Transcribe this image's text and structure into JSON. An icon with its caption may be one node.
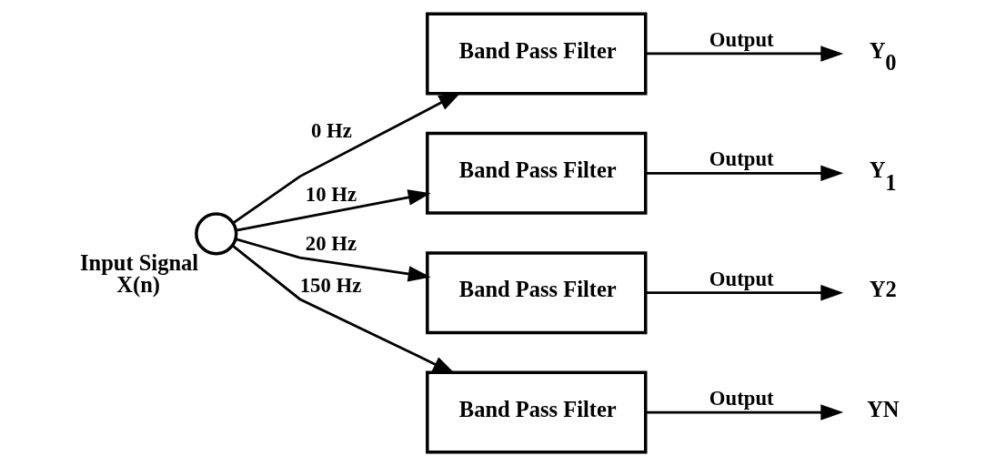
{
  "diagram": {
    "nodes": [
      {
        "text": [],
        "shape": "circle",
        "beside": [
          "Input Signal",
          "X(n)"
        ]
      },
      {
        "text": [
          "Band Pass Filter"
        ]
      },
      {
        "text": [
          "Band Pass Filter"
        ]
      },
      {
        "text": [
          "Band Pass Filter"
        ]
      },
      {
        "text": [
          "Band Pass Filter"
        ]
      },
      {
        "text": [
          "Y$_{0}$"
        ]
      },
      {
        "text": [
          "Y$_{1}$"
        ]
      },
      {
        "text": [
          "Y2"
        ]
      },
      {
        "text": [
          "YN"
        ]
      }
    ],
    "edges": [
      {
        "from": 0,
        "to": 1,
        "arrow": "to",
        "label": "0 Hz"
      },
      {
        "from": 0,
        "to": 2,
        "arrow": "to",
        "label": "10 Hz"
      },
      {
        "from": 0,
        "to": 3,
        "arrow": "to",
        "label": "20 Hz"
      },
      {
        "from": 0,
        "to": 4,
        "arrow": "to",
        "label": "150 Hz"
      },
      {
        "from": 1,
        "to": 5,
        "arrow": "to",
        "label": "Output"
      },
      {
        "from": 2,
        "to": 6,
        "arrow": "to",
        "label": "Output"
      },
      {
        "from": 3,
        "to": 7,
        "arrow": "to",
        "label": "Output"
      },
      {
        "from": 4,
        "to": 8,
        "arrow": "to",
        "label": "Output"
      }
    ]
  }
}
